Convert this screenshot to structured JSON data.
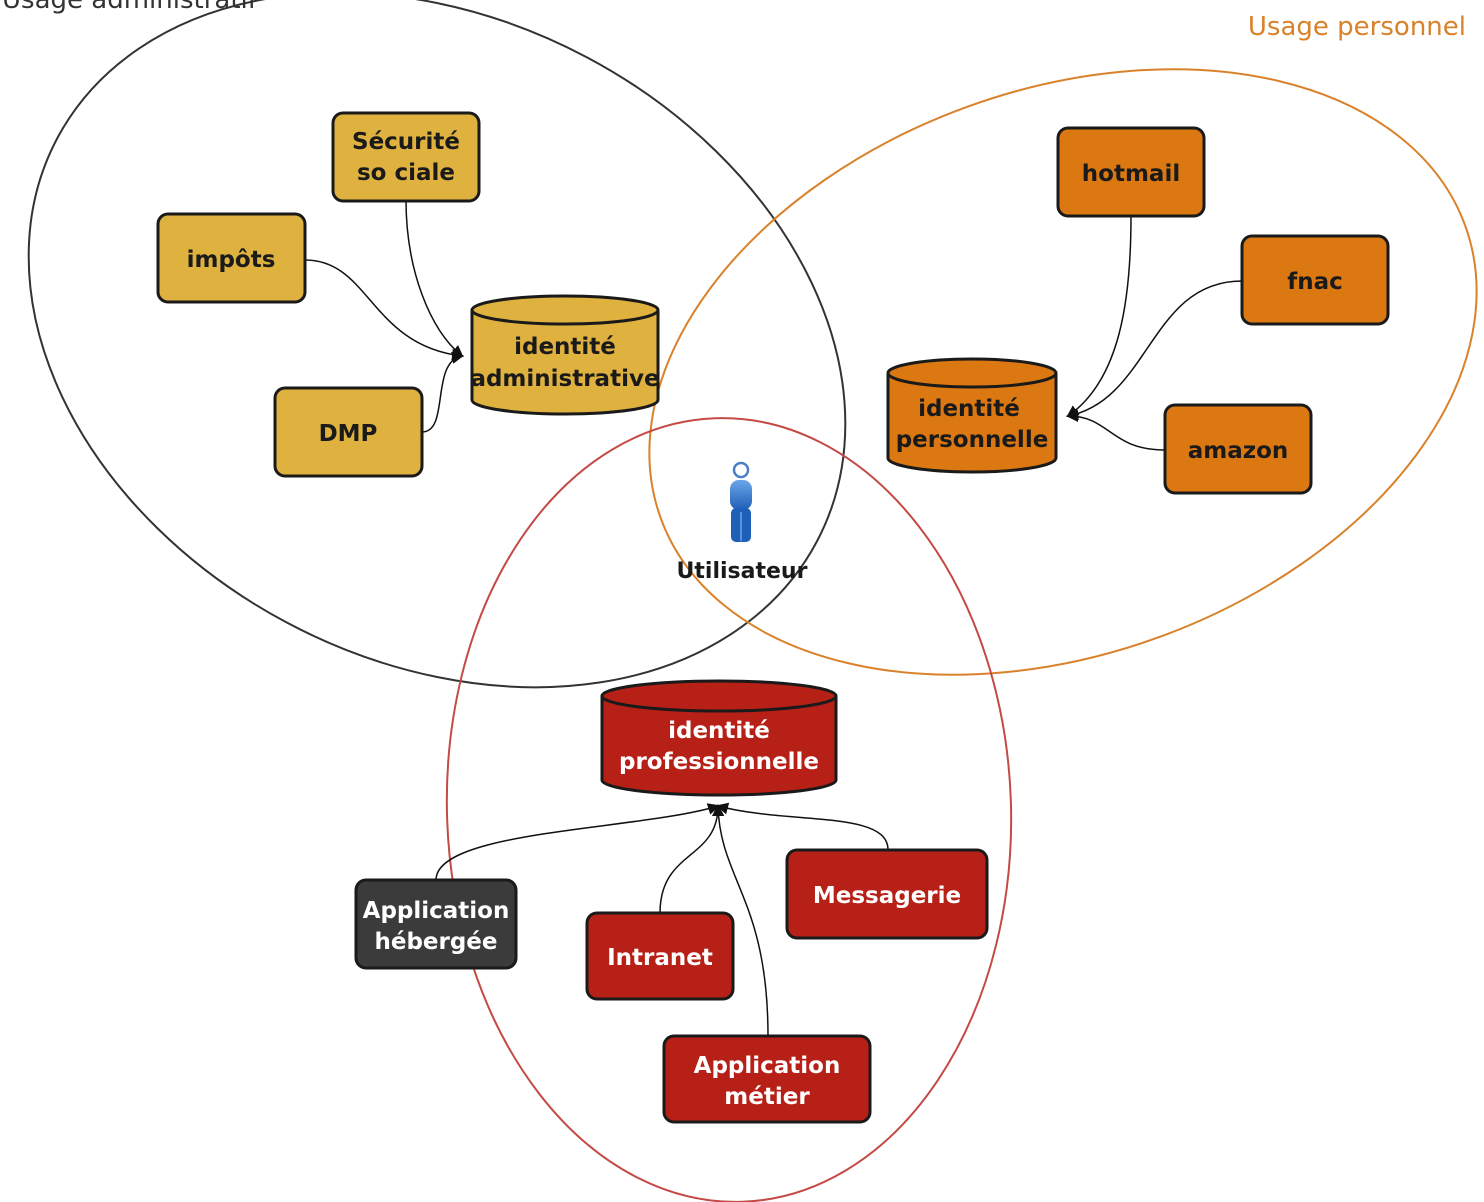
{
  "groups": {
    "administratif": {
      "label": "Usage administratif",
      "color": "#333333"
    },
    "personnel": {
      "label": "Usage personnel",
      "color": "#d9822b"
    },
    "professionnel": {
      "color": "#c44a45"
    }
  },
  "user": {
    "label": "Utilisateur",
    "icon": "user-icon"
  },
  "nodes": {
    "securite": [
      "Sécurité",
      "so ciale"
    ],
    "impots": [
      "impôts"
    ],
    "dmp": [
      "DMP"
    ],
    "id_admin": [
      "identité",
      "administrative"
    ],
    "hotmail": [
      "hotmail"
    ],
    "fnac": [
      "fnac"
    ],
    "amazon": [
      "amazon"
    ],
    "id_perso": [
      "identité",
      "personnelle"
    ],
    "id_pro": [
      "identité",
      "professionnelle"
    ],
    "app_hebergee": [
      "Application",
      "hébergée"
    ],
    "intranet": [
      "Intranet"
    ],
    "messagerie": [
      "Messagerie"
    ],
    "app_metier": [
      "Application",
      "métier"
    ]
  },
  "colors": {
    "admin_fill": "#dfb13e",
    "perso_fill": "#dc7812",
    "pro_fill": "#b72017",
    "hosted_fill": "#3b3b3b",
    "stroke": "#1a1a1a"
  }
}
